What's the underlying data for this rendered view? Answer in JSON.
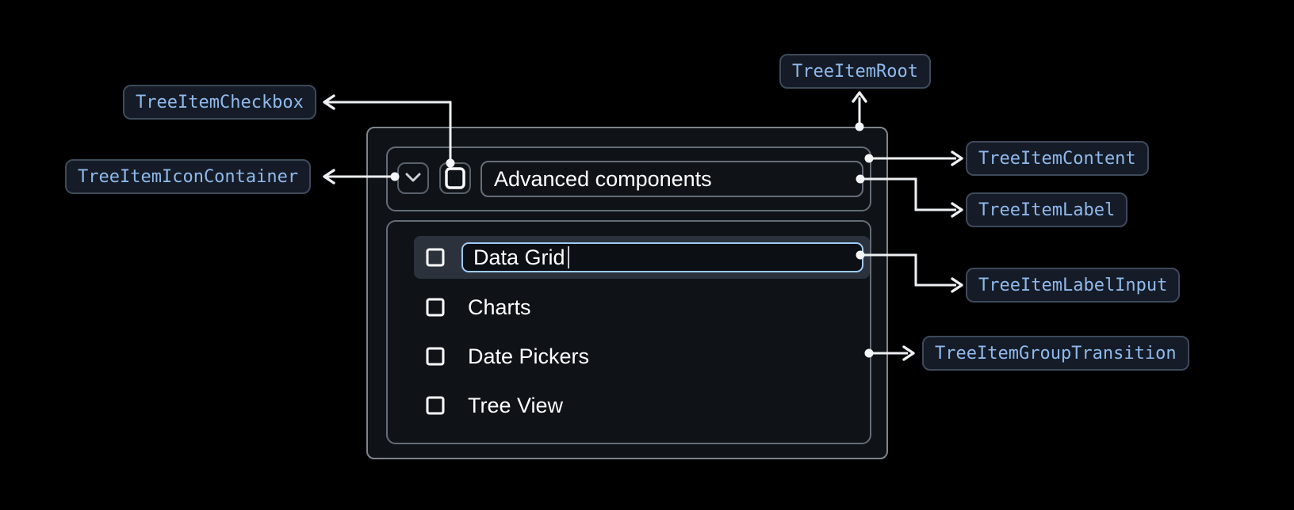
{
  "tree": {
    "parent_label": "Advanced components",
    "expanded": true,
    "editing_value": "Data Grid",
    "items": [
      "Charts",
      "Date Pickers",
      "Tree View"
    ]
  },
  "annotations": {
    "root": "TreeItemRoot",
    "checkbox": "TreeItemCheckbox",
    "icon_container": "TreeItemIconContainer",
    "content": "TreeItemContent",
    "label": "TreeItemLabel",
    "label_input": "TreeItemLabelInput",
    "group_transition": "TreeItemGroupTransition"
  },
  "icons": {
    "expand": "chevron-down-icon",
    "checkbox": "checkbox-unchecked-icon"
  },
  "colors": {
    "page_bg": "#000000",
    "panel_bg": "#0f1318",
    "panel_border": "#7e858d",
    "inner_border": "#646d77",
    "row_highlight_bg": "#2b323c",
    "input_focus_border": "#9ecbf5",
    "badge_bg": "#151c27",
    "badge_border": "#3d4a5a",
    "badge_text": "#8fb9ec",
    "connector": "#eef1f4",
    "text": "#ffffff"
  }
}
